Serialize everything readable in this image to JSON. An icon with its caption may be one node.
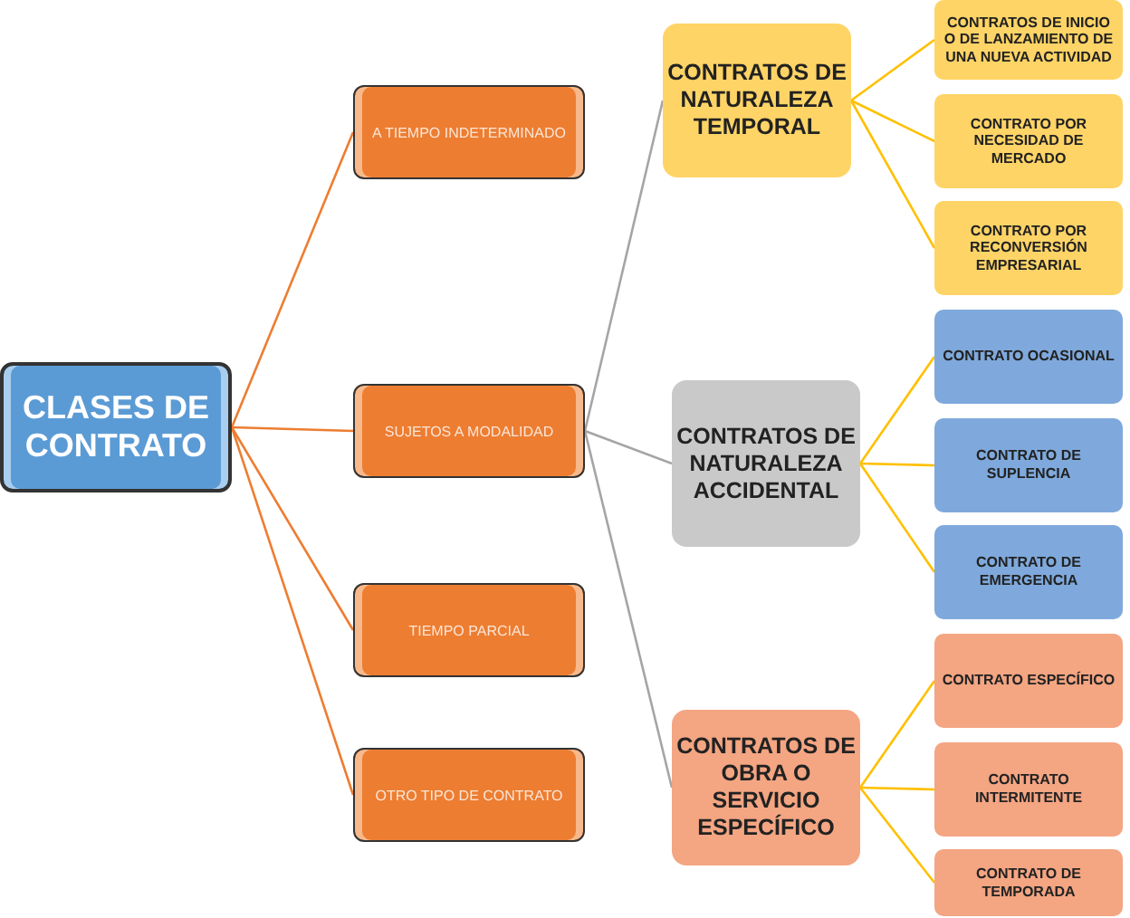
{
  "diagram": {
    "nodes": [
      {
        "text": [
          "CLASES DE CONTRATO"
        ]
      },
      {
        "text": [
          "A TIEMPO INDETERMINADO"
        ]
      },
      {
        "text": [
          "SUJETOS A MODALIDAD"
        ]
      },
      {
        "text": [
          "TIEMPO PARCIAL"
        ]
      },
      {
        "text": [
          "OTRO TIPO DE CONTRATO"
        ]
      },
      {
        "text": [
          "CONTRATOS DE NATURALEZA TEMPORAL"
        ]
      },
      {
        "text": [
          "CONTRATOS DE INICIO O DE LANZAMIENTO DE UNA NUEVA ACTIVIDAD"
        ]
      },
      {
        "text": [
          "CONTRATO POR NECESIDAD DE MERCADO"
        ]
      },
      {
        "text": [
          "CONTRATO POR RECONVERSIÓN EMPRESARIAL"
        ]
      },
      {
        "text": [
          "CONTRATOS DE NATURALEZA ACCIDENTAL"
        ]
      },
      {
        "text": [
          "CONTRATO OCASIONAL"
        ]
      },
      {
        "text": [
          "CONTRATO DE SUPLENCIA"
        ]
      },
      {
        "text": [
          "CONTRATO DE EMERGENCIA"
        ]
      },
      {
        "text": [
          "CONTRATOS DE OBRA O SERVICIO ESPECÍFICO"
        ]
      },
      {
        "text": [
          "CONTRATO ESPECÍFICO"
        ]
      },
      {
        "text": [
          "CONTRATO INTERMITENTE"
        ]
      },
      {
        "text": [
          "CONTRATO DE TEMPORADA"
        ]
      }
    ],
    "edges": [
      {
        "from": 0,
        "to": 1,
        "arrow": "none",
        "color": "#ed7d31"
      },
      {
        "from": 0,
        "to": 2,
        "arrow": "none",
        "color": "#ed7d31"
      },
      {
        "from": 0,
        "to": 3,
        "arrow": "none",
        "color": "#ed7d31"
      },
      {
        "from": 0,
        "to": 4,
        "arrow": "none",
        "color": "#ed7d31"
      },
      {
        "from": 2,
        "to": 5,
        "arrow": "none",
        "color": "#a5a5a5"
      },
      {
        "from": 2,
        "to": 9,
        "arrow": "none",
        "color": "#a5a5a5"
      },
      {
        "from": 2,
        "to": 13,
        "arrow": "none",
        "color": "#a5a5a5"
      },
      {
        "from": 5,
        "to": 6,
        "arrow": "none"
      },
      {
        "from": 5,
        "to": 7,
        "arrow": "none"
      },
      {
        "from": 5,
        "to": 8,
        "arrow": "none"
      },
      {
        "from": 9,
        "to": 10,
        "arrow": "none"
      },
      {
        "from": 9,
        "to": 11,
        "arrow": "none"
      },
      {
        "from": 9,
        "to": 12,
        "arrow": "none"
      },
      {
        "from": 13,
        "to": 14,
        "arrow": "none"
      },
      {
        "from": 13,
        "to": 15,
        "arrow": "none"
      },
      {
        "from": 13,
        "to": 16,
        "arrow": "none"
      }
    ]
  }
}
